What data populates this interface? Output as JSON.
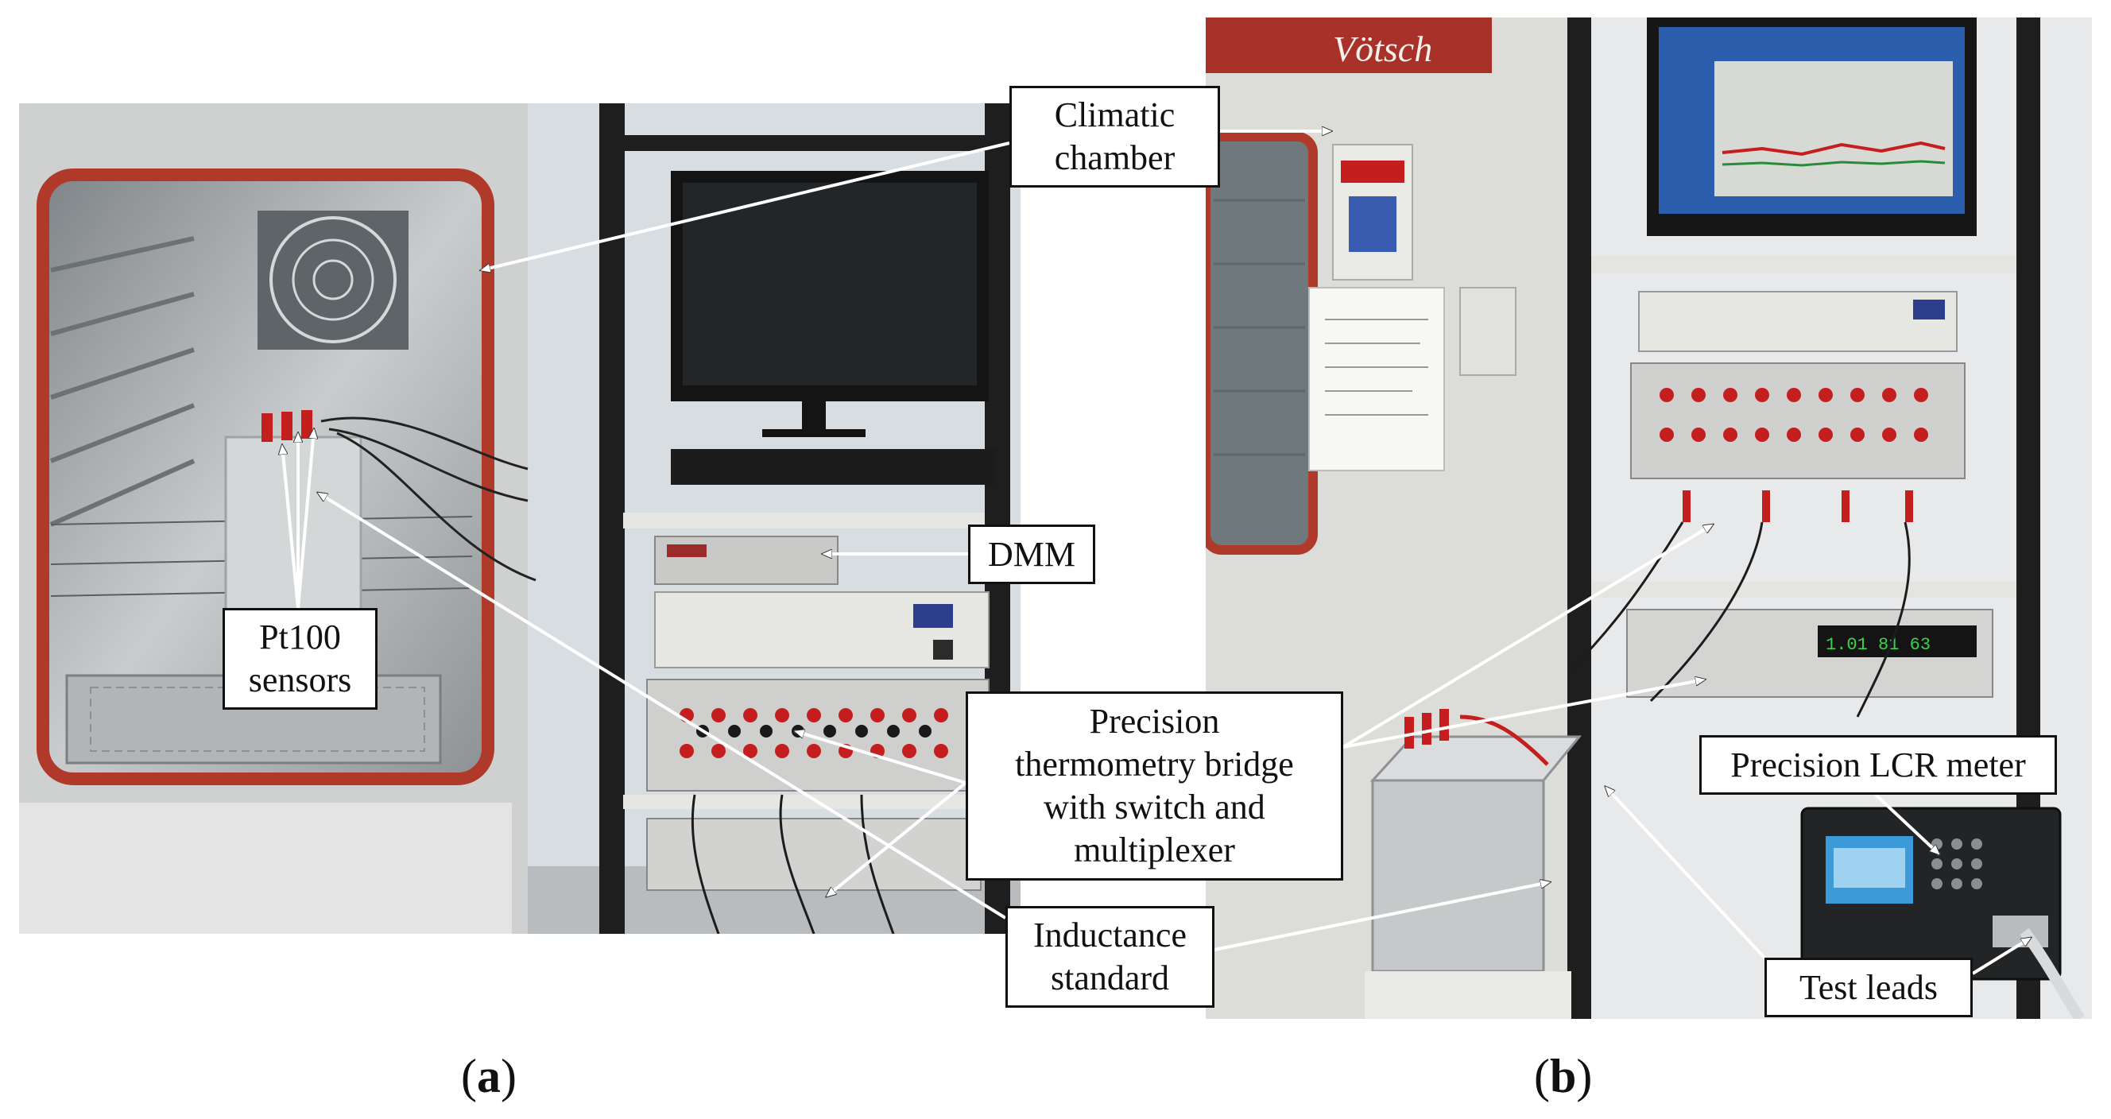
{
  "callouts": {
    "climatic_chamber": [
      "Climatic",
      "chamber"
    ],
    "dmm": "DMM",
    "pt100": [
      "Pt100",
      "sensors"
    ],
    "thermometry_bridge": [
      "Precision",
      "thermometry bridge",
      "with switch and",
      "multiplexer"
    ],
    "inductance_standard": [
      "Inductance",
      "standard"
    ],
    "lcr_meter": "Precision LCR meter",
    "test_leads": "Test leads"
  },
  "panels": {
    "a": {
      "open": "(",
      "letter": "a",
      "close": ")"
    },
    "b": {
      "open": "(",
      "letter": "b",
      "close": ")"
    }
  },
  "photo_b": {
    "chamber_brand": "Vötsch",
    "display_reading": "1.01 81 63"
  },
  "colors": {
    "chamber_door_frame": "#b03a2a",
    "chamber_body": "#d9d9d6",
    "rack": "#1e1e1e",
    "terminal_red": "#c41e1e"
  }
}
